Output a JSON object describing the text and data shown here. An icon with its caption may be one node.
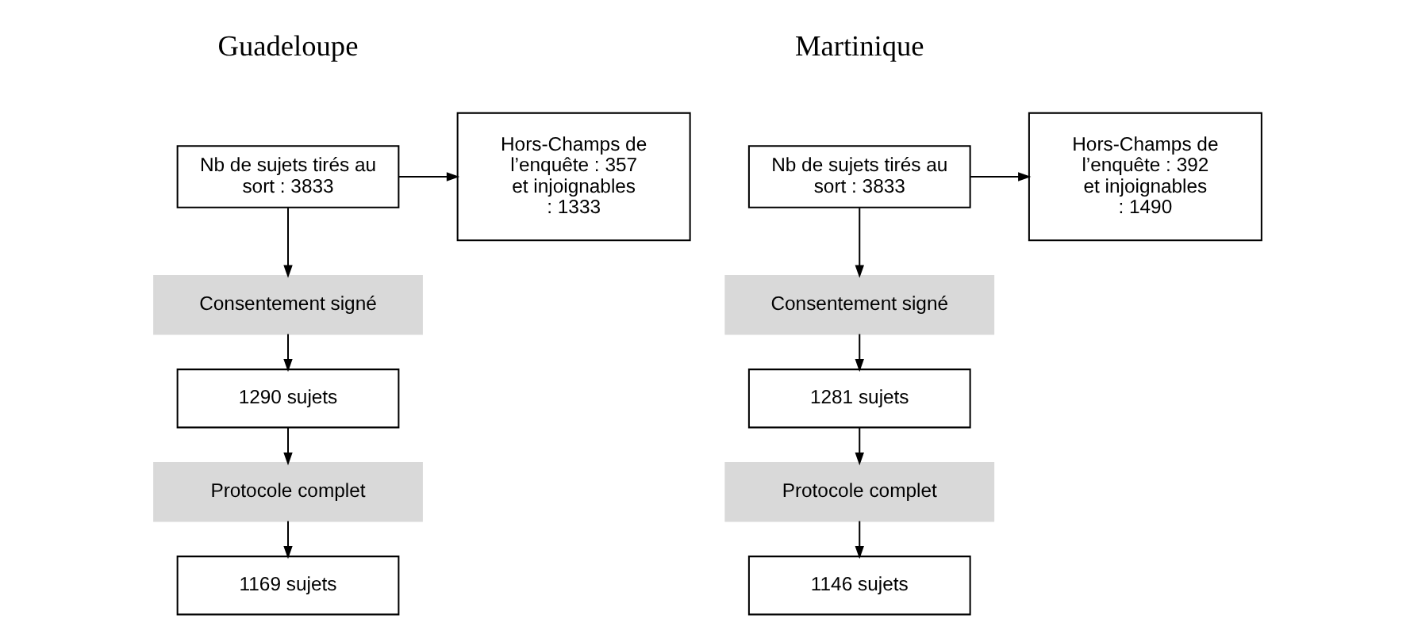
{
  "diagram": {
    "nodes": [
      {
        "text": [
          "Hors-Champs de l’enquête : 357 et injoignables : 1333"
        ]
      },
      {
        "text": [
          "Nb de sujets tirés au sort : 3833"
        ]
      },
      {
        "text": [
          "Consentement signé"
        ]
      },
      {
        "text": [
          "1290 sujets"
        ]
      },
      {
        "text": [
          "Protocole complet"
        ]
      },
      {
        "text": [
          "1169 sujets"
        ]
      },
      {
        "text": [
          "Nb de sujets tirés au sort : 3833"
        ]
      },
      {
        "text": [
          "Hors-Champs de l’enquête : 392 et injoignables : 1490"
        ]
      },
      {
        "text": [
          "Consentement signé"
        ]
      },
      {
        "text": [
          "1281 sujets"
        ]
      },
      {
        "text": [
          "Protocole complet"
        ]
      },
      {
        "text": [
          "1146 sujets"
        ]
      }
    ],
    "edges": [
      {
        "from": 1,
        "to": 0,
        "arrow": "to"
      },
      {
        "from": 1,
        "to": 2,
        "arrow": "to"
      },
      {
        "from": 2,
        "to": 3,
        "arrow": "to"
      },
      {
        "from": 3,
        "to": 4,
        "arrow": "to"
      },
      {
        "from": 4,
        "to": 5,
        "arrow": "to"
      },
      {
        "from": 6,
        "to": 7,
        "arrow": "to"
      },
      {
        "from": 6,
        "to": 8,
        "arrow": "to"
      },
      {
        "from": 8,
        "to": 9,
        "arrow": "to"
      },
      {
        "from": 9,
        "to": 10,
        "arrow": "to"
      },
      {
        "from": 10,
        "to": 11,
        "arrow": "to"
      }
    ],
    "labels": [
      "Guadeloupe",
      "Martinique"
    ]
  }
}
